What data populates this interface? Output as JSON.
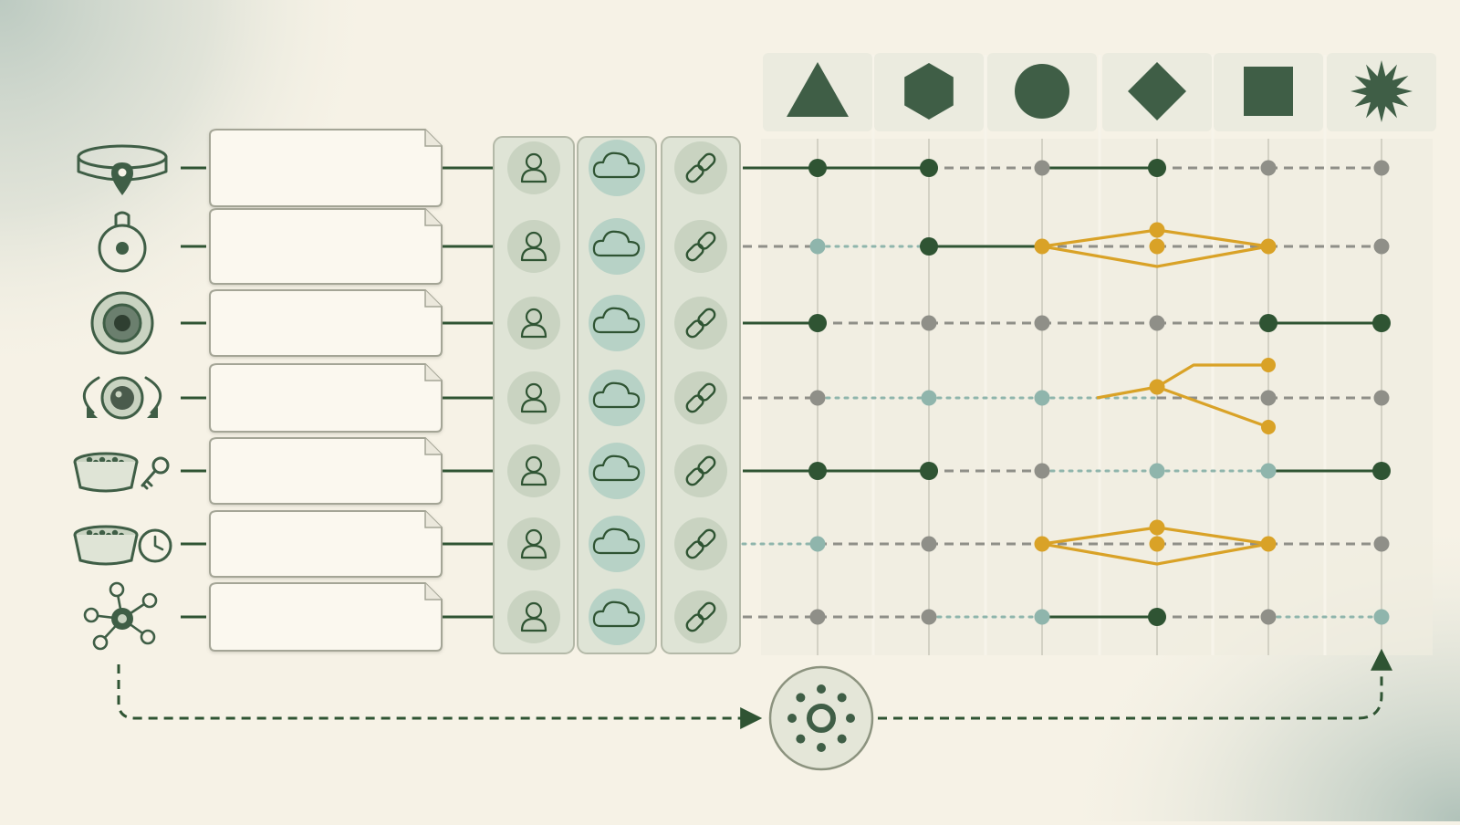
{
  "colors": {
    "background": "#f6f2e6",
    "wash": "#a9bdb5",
    "dark_green": "#3f5e46",
    "line_green": "#2f5433",
    "light_teal": "#8fb5ac",
    "gray": "#8f8f88",
    "amber": "#d9a227",
    "card_border": "#a4a596",
    "card_fill": "#fbf8ef",
    "column_fill": "#dfe4d6",
    "cloud_fill": "#b7d2c6",
    "header_fill": "#ebebdf"
  },
  "rows": [
    {
      "icon": "collar-location-icon",
      "label": ""
    },
    {
      "icon": "tag-pendant-icon",
      "label": ""
    },
    {
      "icon": "camera-lens-icon",
      "label": ""
    },
    {
      "icon": "rotating-camera-icon",
      "label": ""
    },
    {
      "icon": "food-bowl-key-icon",
      "label": ""
    },
    {
      "icon": "food-bowl-clock-icon",
      "label": ""
    },
    {
      "icon": "network-hub-icon",
      "label": ""
    }
  ],
  "service_columns": [
    {
      "icon": "user-icon"
    },
    {
      "icon": "cloud-icon"
    },
    {
      "icon": "link-icon"
    }
  ],
  "header_shapes": [
    "triangle-icon",
    "hexagon-icon",
    "circle-icon",
    "diamond-icon",
    "square-icon",
    "star-burst-icon"
  ],
  "grid": {
    "rows": [
      {
        "nodes": [
          "dark",
          "dark",
          "gray",
          "dark",
          "gray",
          "gray"
        ],
        "segments": [
          "solid",
          "solid",
          "dashed",
          "solid",
          "dashed",
          "dashed"
        ],
        "branch": null
      },
      {
        "nodes": [
          "teal",
          "dark",
          "amber",
          "amber",
          "amber",
          "gray"
        ],
        "segments": [
          "dashed",
          "dotted",
          "solid",
          "dashed",
          "dashed",
          "dashed"
        ],
        "branch": "diamond"
      },
      {
        "nodes": [
          "dark",
          "gray",
          "gray",
          "gray",
          "dark",
          "dark"
        ],
        "segments": [
          "solid",
          "dashed",
          "dashed",
          "dashed",
          "dashed",
          "solid"
        ],
        "branch": null
      },
      {
        "nodes": [
          "gray",
          "teal",
          "teal",
          "amber",
          "gray",
          "gray"
        ],
        "segments": [
          "dashed",
          "dotted",
          "dotted",
          "dotted",
          "dashed",
          "dashed"
        ],
        "branch": "fork"
      },
      {
        "nodes": [
          "dark",
          "dark",
          "gray",
          "teal",
          "teal",
          "dark"
        ],
        "segments": [
          "solid",
          "solid",
          "dashed",
          "dotted",
          "dotted",
          "solid"
        ],
        "branch": null
      },
      {
        "nodes": [
          "teal",
          "gray",
          "amber",
          "amber",
          "amber",
          "gray"
        ],
        "segments": [
          "dotted",
          "dashed",
          "dashed",
          "dashed",
          "dashed",
          "dashed"
        ],
        "branch": "diamond"
      },
      {
        "nodes": [
          "gray",
          "gray",
          "teal",
          "dark",
          "gray",
          "teal"
        ],
        "segments": [
          "dashed",
          "dashed",
          "dotted",
          "solid",
          "dashed",
          "dotted"
        ],
        "branch": null
      }
    ]
  },
  "bottom_hub": {
    "icon": "sensor-hub-icon"
  }
}
